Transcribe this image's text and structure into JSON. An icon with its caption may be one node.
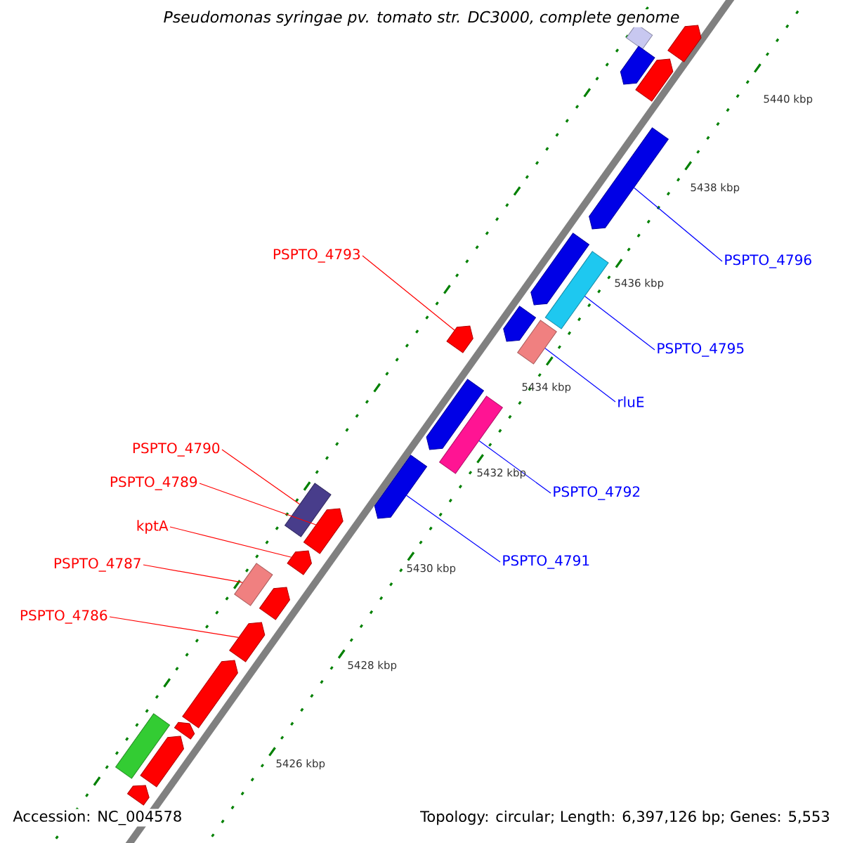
{
  "diagram": {
    "title": "Pseudomonas syringae pv. tomato str. DC3000, complete genome",
    "nodes": [
      {
        "text": [
          "PSPTO_4793"
        ]
      },
      {
        "text": [
          "PSPTO_4796"
        ]
      },
      {
        "text": [
          "PSPTO_4795"
        ]
      },
      {
        "text": [
          "rluE"
        ]
      },
      {
        "text": [
          "PSPTO_4790"
        ]
      },
      {
        "text": [
          "PSPTO_4789"
        ]
      },
      {
        "text": [
          "PSPTO_4792"
        ]
      },
      {
        "text": [
          "kptA"
        ]
      },
      {
        "text": [
          "PSPTO_4791"
        ]
      },
      {
        "text": [
          "PSPTO_4787"
        ]
      },
      {
        "text": [
          "PSPTO_4786"
        ]
      },
      {
        "text": [],
        "shape": "arrow"
      },
      {
        "text": [],
        "shape": "box"
      },
      {
        "text": [],
        "shape": "arrow"
      },
      {
        "text": [],
        "shape": "arrow"
      },
      {
        "text": [],
        "shape": "arrow"
      },
      {
        "text": [],
        "shape": "arrow"
      },
      {
        "text": [],
        "shape": "box"
      },
      {
        "text": [],
        "shape": "arrow"
      },
      {
        "text": [],
        "shape": "box"
      },
      {
        "text": [],
        "shape": "arrow"
      },
      {
        "text": [],
        "shape": "arrow"
      },
      {
        "text": [],
        "shape": "box"
      },
      {
        "text": [],
        "shape": "arrow"
      },
      {
        "text": [],
        "shape": "box"
      },
      {
        "text": [],
        "shape": "arrow"
      },
      {
        "text": [],
        "shape": "arrow"
      },
      {
        "text": [],
        "shape": "box"
      },
      {
        "text": [],
        "shape": "arrow"
      },
      {
        "text": [],
        "shape": "arrow"
      },
      {
        "text": [],
        "shape": "arrow"
      },
      {
        "text": [],
        "shape": "arrow"
      },
      {
        "text": [],
        "shape": "box"
      },
      {
        "text": [],
        "shape": "arrow"
      },
      {
        "text": [],
        "shape": "arrow"
      }
    ],
    "edges": [
      {
        "from": 0,
        "to": 20,
        "arrow": "none"
      },
      {
        "from": 1,
        "to": 15,
        "arrow": "none",
        "color": "#0000ff"
      },
      {
        "from": 2,
        "to": 17,
        "arrow": "none",
        "color": "#0000ff"
      },
      {
        "from": 3,
        "to": 19,
        "arrow": "none",
        "color": "#0000ff"
      },
      {
        "from": 4,
        "to": 24,
        "arrow": "none"
      },
      {
        "from": 5,
        "to": 25,
        "arrow": "none"
      },
      {
        "from": 6,
        "to": 22,
        "arrow": "none",
        "color": "#0000ff"
      },
      {
        "from": 7,
        "to": 26,
        "arrow": "none"
      },
      {
        "from": 8,
        "to": 23,
        "arrow": "none",
        "color": "#0000ff"
      },
      {
        "from": 9,
        "to": 27,
        "arrow": "none"
      },
      {
        "from": 10,
        "to": 29,
        "arrow": "none"
      }
    ],
    "labels": [
      "5440 kbp",
      "5438 kbp",
      "5436 kbp",
      "5434 kbp",
      "5432 kbp",
      "5430 kbp",
      "5428 kbp",
      "5426 kbp",
      "Accession: NC_004578",
      "Topology: circular; Length: 6,397,126 bp; Genes: 5,553"
    ]
  }
}
